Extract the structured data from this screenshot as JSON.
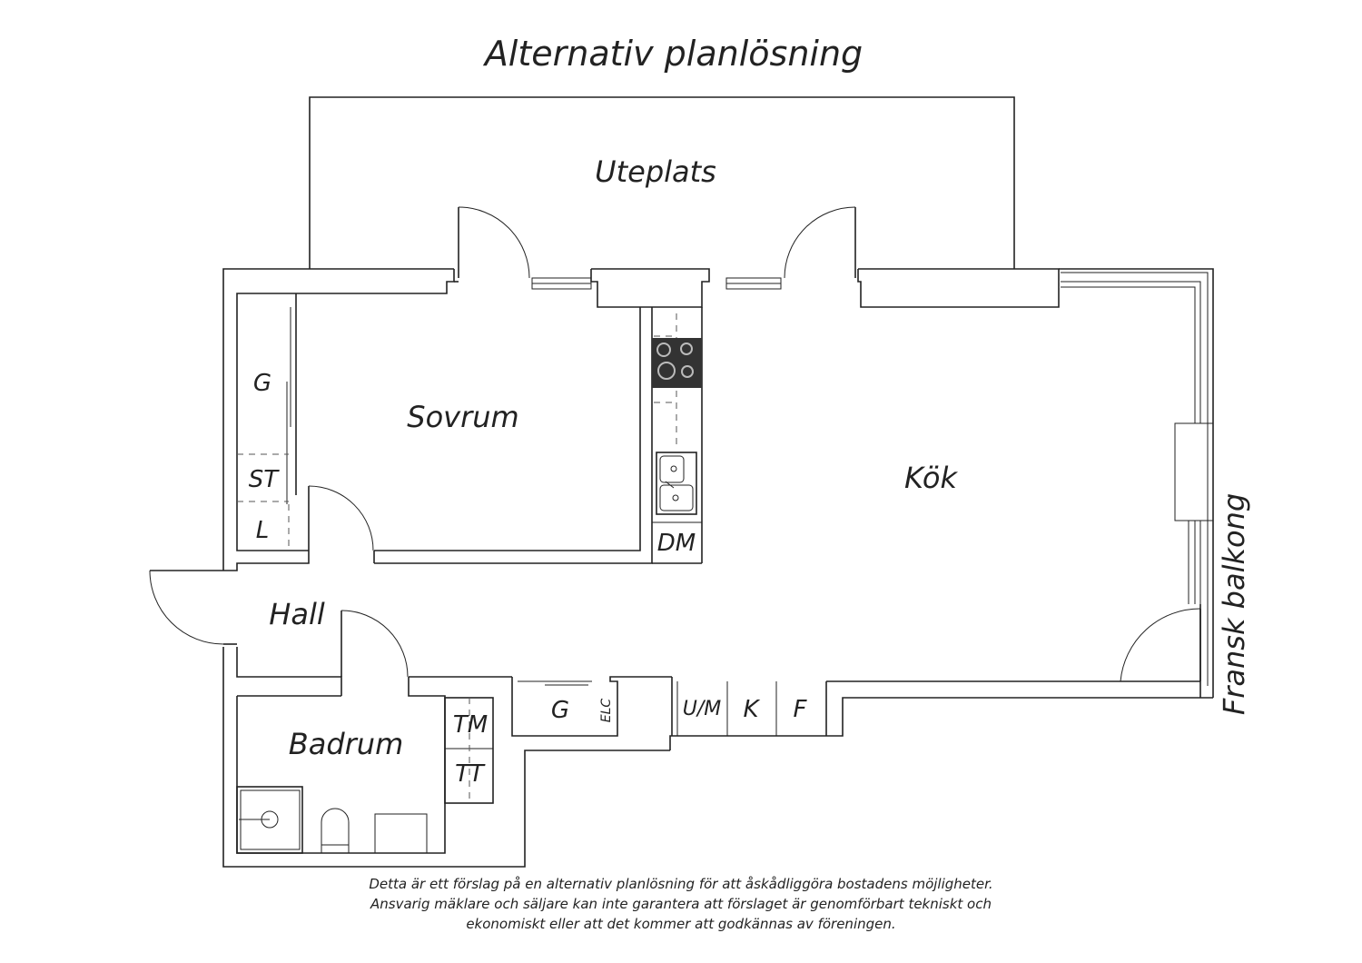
{
  "title": "Alternativ planlösning",
  "rooms": {
    "uteplats": "Uteplats",
    "sovrum": "Sovrum",
    "kok": "Kök",
    "hall": "Hall",
    "badrum": "Badrum",
    "fransk_balkong": "Fransk balkong"
  },
  "labels": {
    "g_wardrobe": "G",
    "st": "ST",
    "l": "L",
    "dm": "DM",
    "tm": "TM",
    "tt": "TT",
    "g_hall": "G",
    "elc": "ELC",
    "um": "U/M",
    "k": "K",
    "f": "F"
  },
  "disclaimer": {
    "line1": "Detta är ett förslag på en alternativ planlösning för att åskådliggöra bostadens möjligheter.",
    "line2": "Ansvarig mäklare och säljare kan inte garantera att förslaget är genomförbart tekniskt och",
    "line3": "ekonomiskt eller att det kommer att godkännas av föreningen."
  }
}
